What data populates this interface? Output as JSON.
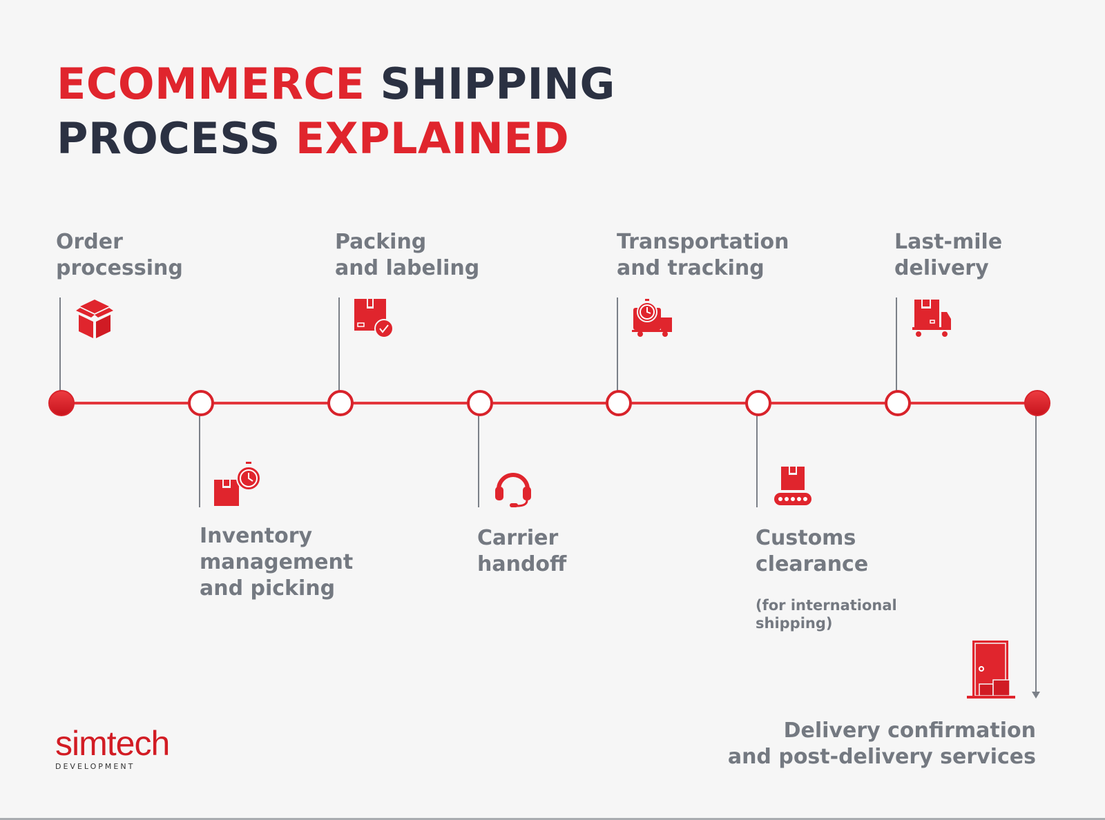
{
  "title": {
    "line1_red": "ECOMMERCE",
    "line1_dark": "SHIPPING",
    "line2_dark": "PROCESS",
    "line2_red": "EXPLAINED"
  },
  "steps": [
    {
      "label_line1": "Order",
      "label_line2": "processing",
      "icon": "open-box-icon",
      "position": "top"
    },
    {
      "label_line1": "Inventory",
      "label_line2": "management",
      "label_line3": "and picking",
      "icon": "box-stopwatch-icon",
      "position": "bottom"
    },
    {
      "label_line1": "Packing",
      "label_line2": "and labeling",
      "icon": "box-check-icon",
      "position": "top"
    },
    {
      "label_line1": "Carrier",
      "label_line2": "handoff",
      "icon": "headset-icon",
      "position": "bottom"
    },
    {
      "label_line1": "Transportation",
      "label_line2": "and tracking",
      "icon": "truck-timer-icon",
      "position": "top"
    },
    {
      "label_line1": "Customs",
      "label_line2": "clearance",
      "note_line1": "(for international",
      "note_line2": "shipping)",
      "icon": "conveyor-box-icon",
      "position": "bottom"
    },
    {
      "label_line1": "Last-mile",
      "label_line2": "delivery",
      "icon": "delivery-truck-icon",
      "position": "top"
    },
    {
      "label_line1": "Delivery confirmation",
      "label_line2": "and post-delivery services",
      "icon": "door-parcels-icon",
      "position": "bottom"
    }
  ],
  "logo": {
    "name": "simtech",
    "sub": "DEVELOPMENT"
  },
  "colors": {
    "accent": "#e0252d",
    "dark": "#2b3142",
    "text_gray": "#747981",
    "background": "#f6f6f6"
  }
}
